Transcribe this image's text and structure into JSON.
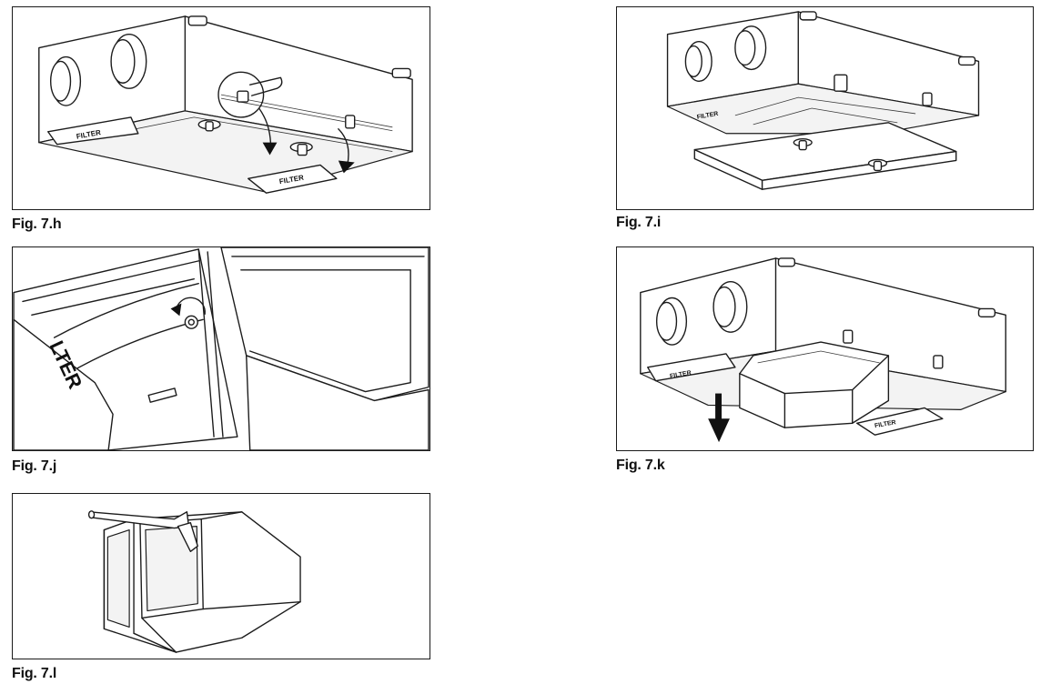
{
  "figures": {
    "h": {
      "caption": "Fig. 7.h",
      "label_left": "FILTER",
      "label_right": "FILTER"
    },
    "i": {
      "caption": "Fig. 7.i",
      "label": "FILTER"
    },
    "j": {
      "caption": "Fig. 7.j",
      "label": "LTER"
    },
    "k": {
      "caption": "Fig. 7.k",
      "label_left": "FILTER",
      "label_right": "FILTER"
    },
    "l": {
      "caption": "Fig. 7.l"
    }
  }
}
